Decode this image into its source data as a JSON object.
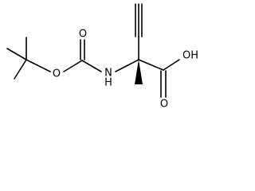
{
  "molecule": {
    "atoms": {
      "carbamate_ether_oxygen": "O",
      "carbonyl_oxygen_carbamate": "O",
      "nitrogen": "N",
      "nitrogen_hydrogen": "H",
      "acid_carbonyl_oxygen": "O",
      "acid_hydroxyl": "OH"
    }
  }
}
